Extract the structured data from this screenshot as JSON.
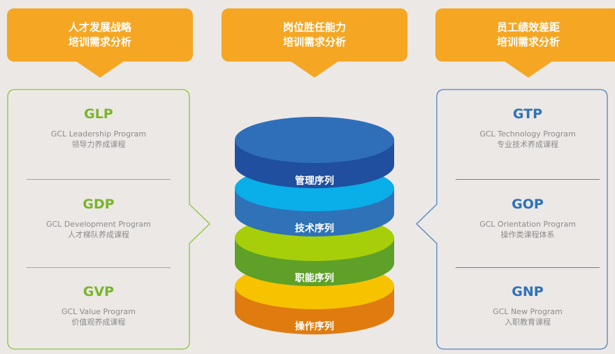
{
  "tabs": [
    {
      "line1": "人才发展战略",
      "line2": "培训需求分析"
    },
    {
      "line1": "岗位胜任能力",
      "line2": "培训需求分析"
    },
    {
      "line1": "员工绩效差距",
      "line2": "培训需求分析"
    }
  ],
  "left_programs": [
    {
      "code": "GLP",
      "en": "GCL Leadership Program",
      "cn": "领导力养成课程"
    },
    {
      "code": "GDP",
      "en": "GCL Development Program",
      "cn": "人才梯队养成课程"
    },
    {
      "code": "GVP",
      "en": "GCL Value Program",
      "cn": "价值观养成课程"
    }
  ],
  "right_programs": [
    {
      "code": "GTP",
      "en": "GCL Technology Program",
      "cn": "专业技术养成课程"
    },
    {
      "code": "GOP",
      "en": "GCL Orientation Program",
      "cn": "操作类课程体系"
    },
    {
      "code": "GNP",
      "en": "GCL New Program",
      "cn": "入职教育课程"
    }
  ],
  "layers": [
    {
      "label": "管理序列",
      "top_color": "#2f6fba",
      "side_color": "#1f4f9e"
    },
    {
      "label": "技术序列",
      "top_color": "#0aaee8",
      "side_color": "#2f72b8"
    },
    {
      "label": "职能序列",
      "top_color": "#a6cf0a",
      "side_color": "#5ea028"
    },
    {
      "label": "操作序列",
      "top_color": "#f7c200",
      "side_color": "#e07b10"
    }
  ],
  "colors": {
    "tab": "#f5a623",
    "left_accent": "#8cc43e",
    "right_accent": "#4a86c6",
    "background": "#ece8e6"
  }
}
